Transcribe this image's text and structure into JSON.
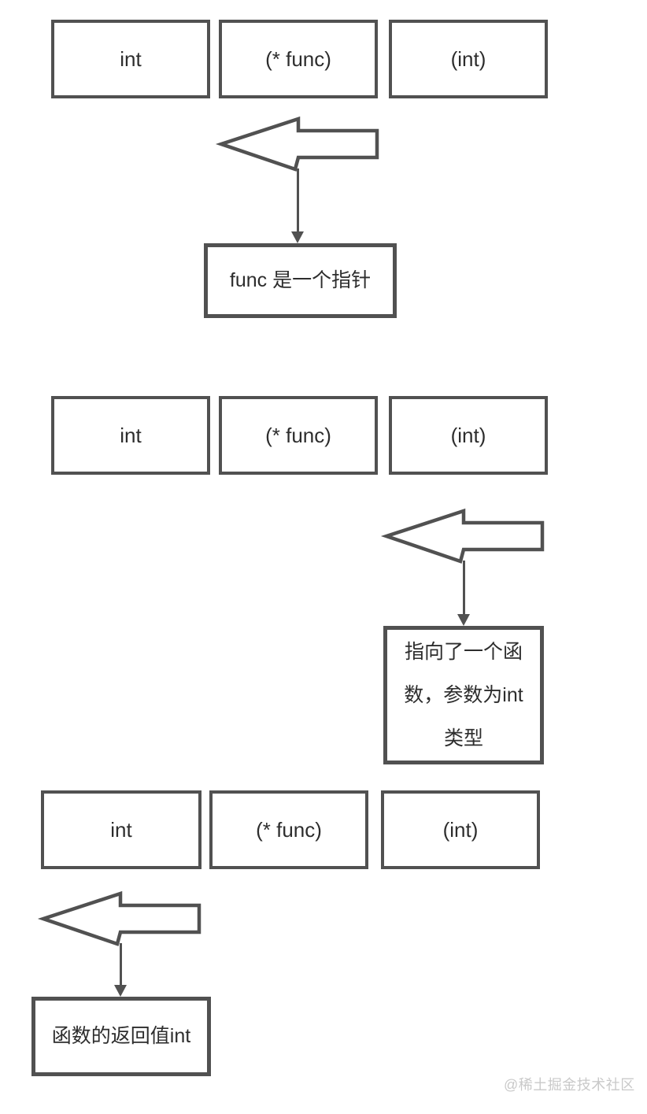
{
  "colors": {
    "line": "#515151",
    "text": "#2d2d2d",
    "watermark": "#c9c9c9",
    "background": "#ffffff"
  },
  "sections": [
    {
      "boxes": [
        "int",
        "(* func)",
        "(int)"
      ],
      "note": "func 是一个指针"
    },
    {
      "boxes": [
        "int",
        "(* func)",
        "(int)"
      ],
      "note": "指向了一个函\n数，参数为int\n类型"
    },
    {
      "boxes": [
        "int",
        "(* func)",
        "(int)"
      ],
      "note": "函数的返回值int"
    }
  ],
  "watermark": "@稀土掘金技术社区"
}
